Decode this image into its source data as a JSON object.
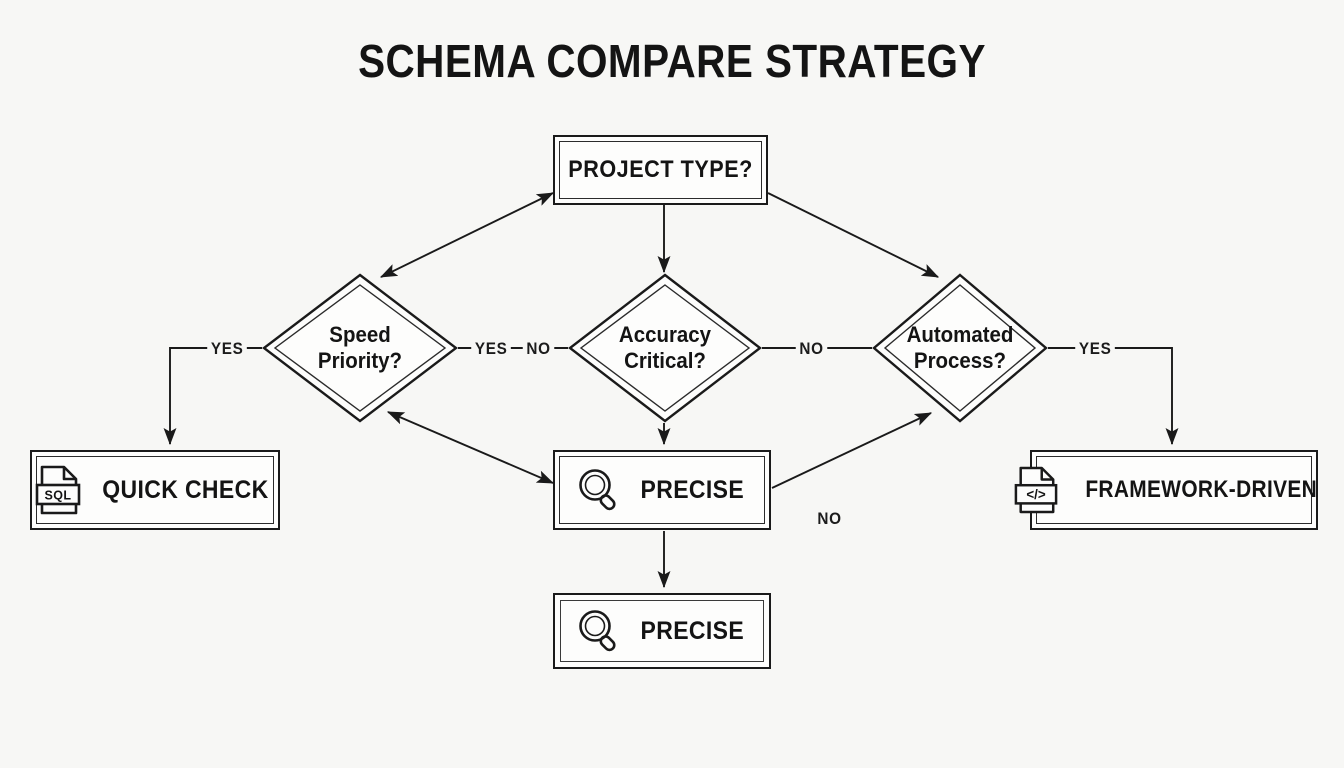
{
  "page": {
    "background_color": "#f7f7f5",
    "ink_color": "#1a1a1a"
  },
  "title": "SCHEMA COMPARE STRATEGY",
  "nodes": {
    "project_type": {
      "label": "PROJECT TYPE?",
      "shape": "double-rect"
    },
    "speed_priority": {
      "label_line1": "Speed",
      "label_line2": "Priority?",
      "shape": "double-diamond"
    },
    "accuracy_critical": {
      "label_line1": "Accuracy",
      "label_line2": "Critical?",
      "shape": "double-diamond"
    },
    "automated_process": {
      "label_line1": "Automated",
      "label_line2": "Process?",
      "shape": "double-diamond"
    },
    "quick_check": {
      "label": "QUICK CHECK",
      "icon": "sql-file-icon",
      "icon_text": "SQL",
      "shape": "double-rect"
    },
    "precise_main": {
      "label": "PRECISE",
      "icon": "magnifier-icon",
      "shape": "double-rect"
    },
    "framework_driven": {
      "label": "FRAMEWORK-DRIVEN",
      "icon": "code-file-icon",
      "icon_text": "</>",
      "shape": "double-rect"
    },
    "precise_secondary": {
      "label": "PRECISE",
      "icon": "magnifier-icon",
      "shape": "single-rect"
    }
  },
  "edge_labels": {
    "yes_quick_check": "YES",
    "yes_speed_to_accuracy": "YES",
    "no_accuracy_left": "NO",
    "no_accuracy_right": "NO",
    "yes_framework": "YES",
    "no_precise_to_automated": "NO"
  }
}
